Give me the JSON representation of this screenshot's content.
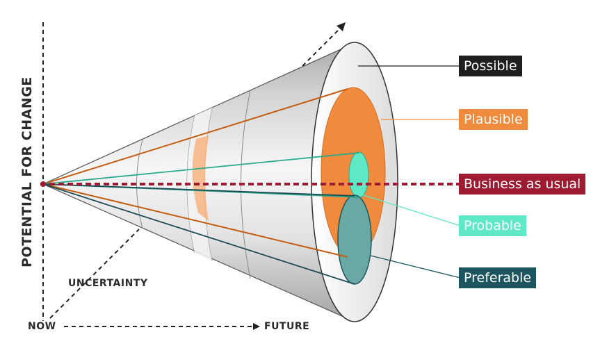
{
  "axes": {
    "y_title": "POTENTIAL FOR CHANGE",
    "x_start": "NOW",
    "x_end": "FUTURE",
    "diagonal": "UNCERTAINTY"
  },
  "futures": [
    {
      "key": "possible",
      "label": "Possible",
      "color": "#1f1f1f"
    },
    {
      "key": "plausible",
      "label": "Plausible",
      "color": "#f08a3c"
    },
    {
      "key": "business",
      "label": "Business as usual",
      "color": "#9e1b32"
    },
    {
      "key": "probable",
      "label": "Probable",
      "color": "#5fe8c8"
    },
    {
      "key": "preferable",
      "label": "Preferable",
      "color": "#1c5560"
    }
  ]
}
